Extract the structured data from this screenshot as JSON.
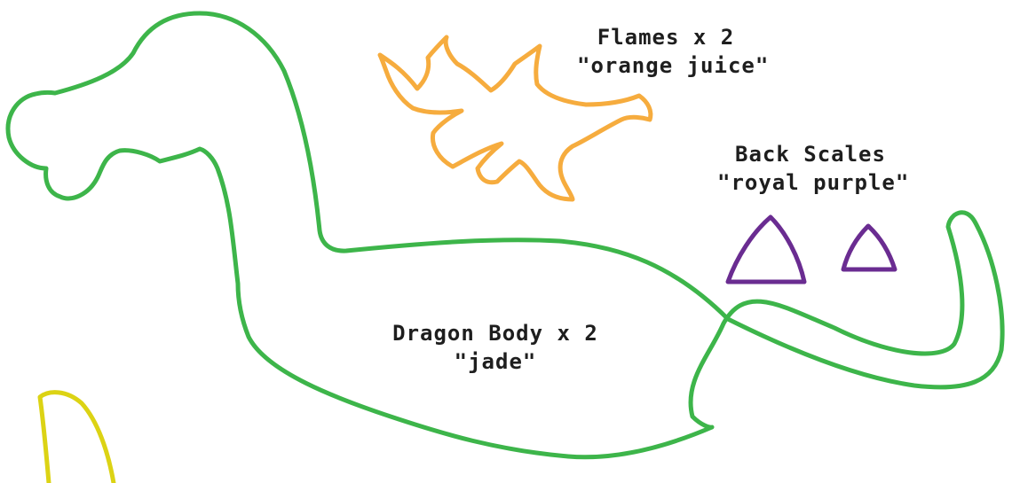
{
  "pieces": {
    "body": {
      "name_line": "Dragon Body x 2",
      "color_line": "\"jade\"",
      "stroke": "#3db54a"
    },
    "flames": {
      "name_line": "Flames x 2",
      "color_line": "\"orange juice\"",
      "stroke": "#f6ac3e"
    },
    "scales": {
      "name_line": "Back Scales",
      "color_line": "\"royal purple\"",
      "stroke": "#6a2c91"
    },
    "partial_piece": {
      "stroke": "#dcd314"
    }
  }
}
